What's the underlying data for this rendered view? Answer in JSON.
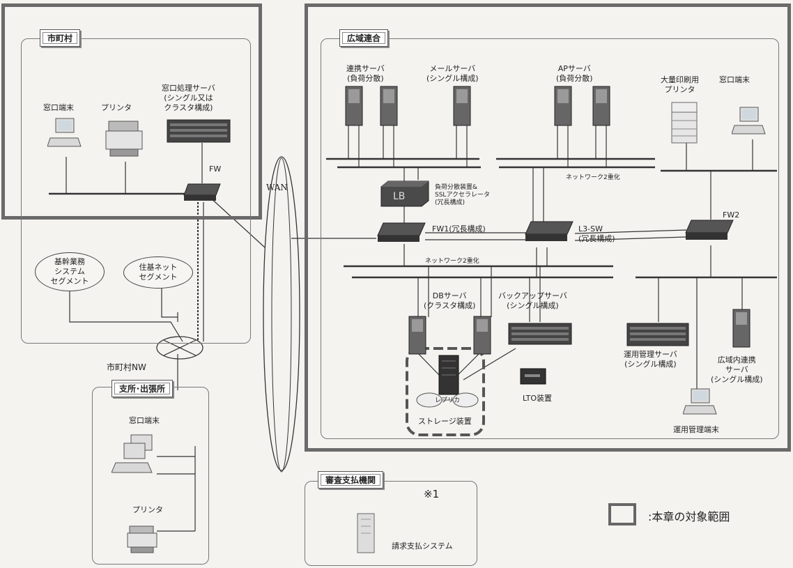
{
  "municipality": {
    "title": "市町村",
    "terminal": "窓口端末",
    "printer": "プリンタ",
    "server": "窓口処理サーバ\n(シングル又は\nクラスタ構成)",
    "fw": "FW",
    "seg_core": "基幹業務\nシステム\nセグメント",
    "seg_juki": "住基ネット\nセグメント",
    "network": "市町村NW"
  },
  "branch": {
    "title": "支所･出張所",
    "terminal": "窓口端末",
    "printer": "プリンタ"
  },
  "wan": "WAN",
  "union": {
    "title": "広域連合",
    "link_server": "連携サーバ\n(負荷分散)",
    "mail_server": "メールサーバ\n(シングル構成)",
    "ap_server": "APサーバ\n(負荷分散)",
    "bulk_printer": "大量印刷用\nプリンタ",
    "terminal": "窓口端末",
    "network_dual_top": "ネットワーク2重化",
    "lb_mark": "LB",
    "lb": "負荷分散装置&\nSSLアクセラレータ\n(冗長構成)",
    "fw1": "FW1(冗長構成)",
    "l3sw": "L3-SW\n(冗長構成)",
    "fw2": "FW2",
    "network_dual_mid": "ネットワーク2重化",
    "db_server": "DBサーバ\n(クラスタ構成)",
    "backup_server": "バックアップサーバ\n(シングル構成)",
    "replica": "レプリカ",
    "storage": "ストレージ装置",
    "lto": "LTO装置",
    "ops_server": "運用管理サーバ\n(シングル構成)",
    "area_link_server": "広域内連携\nサーバ\n(シングル構成)",
    "ops_terminal": "運用管理端末"
  },
  "review": {
    "title": "審査支払機関",
    "note": "※1",
    "system": "請求支払システム"
  },
  "legend": {
    "text": ":本章の対象範囲"
  }
}
